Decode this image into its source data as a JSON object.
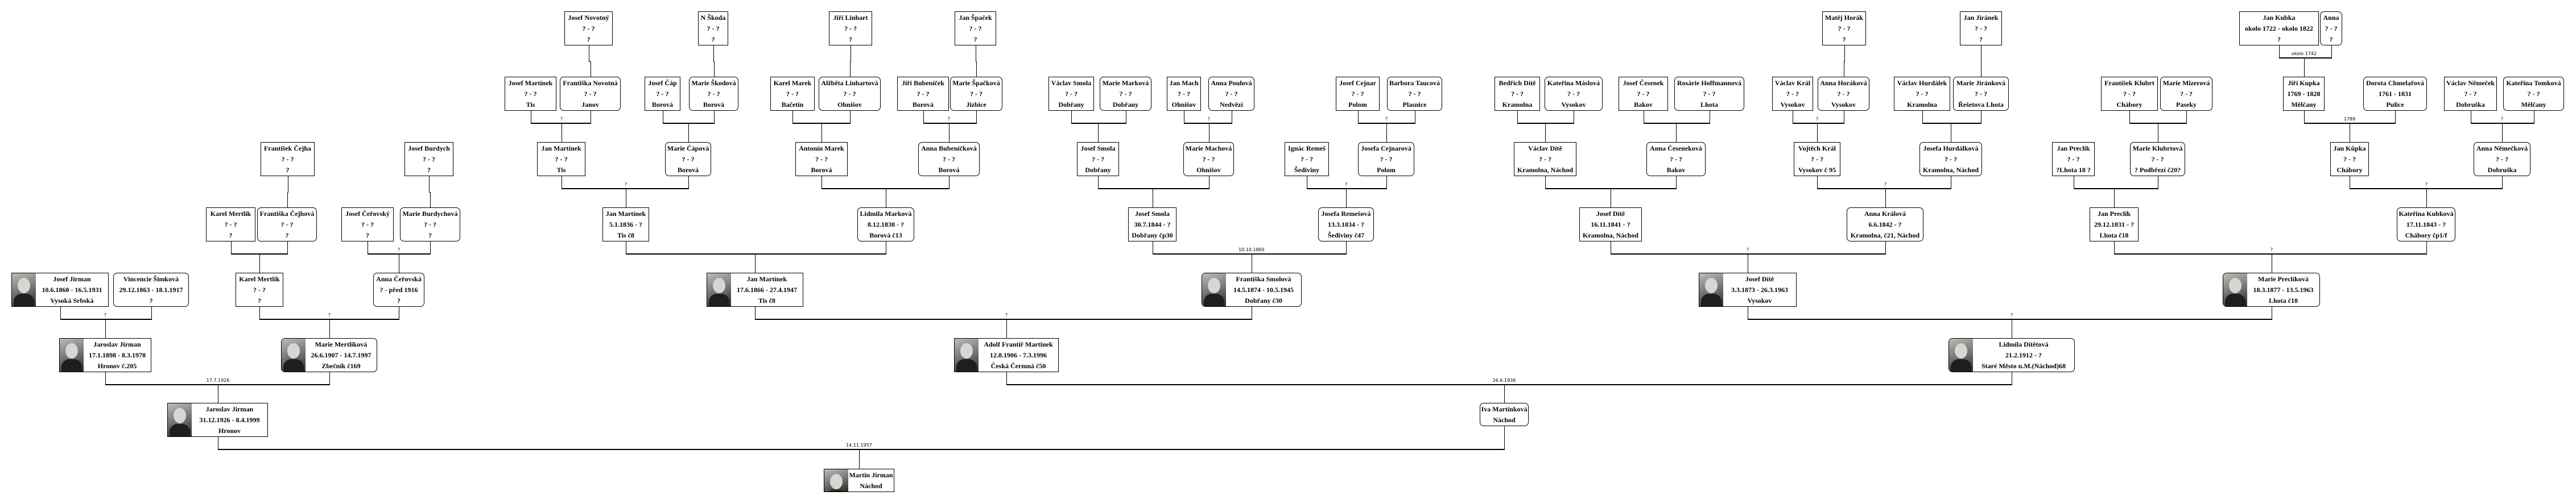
{
  "people": [
    {
      "name": "Josef Novotný",
      "dates": "? - ?",
      "place": "?",
      "female": false,
      "photo": false
    },
    {
      "name": "N Škoda",
      "dates": "? - ?",
      "place": "?",
      "female": false,
      "photo": false
    },
    {
      "name": "Jiří Linhart",
      "dates": "? - ?",
      "place": "?",
      "female": false,
      "photo": false
    },
    {
      "name": "Jan Špaček",
      "dates": "? - ?",
      "place": "?",
      "female": false,
      "photo": false
    },
    {
      "name": "Matěj Horák",
      "dates": "? - ?",
      "place": "?",
      "female": false,
      "photo": false
    },
    {
      "name": "Jan Jiránek",
      "dates": "? - ?",
      "place": "?",
      "female": false,
      "photo": false
    },
    {
      "name": "Jan Kubka",
      "dates": "okolo 1722 - okolo 1822",
      "place": "?",
      "female": false,
      "photo": false
    },
    {
      "name": "Anna",
      "dates": "? - ?",
      "place": "?",
      "female": true,
      "photo": false
    },
    {
      "name": "Josef Martínek",
      "dates": "? - ?",
      "place": "Tis",
      "female": false,
      "photo": false
    },
    {
      "name": "Františka Novotná",
      "dates": "? - ?",
      "place": "Janov",
      "female": true,
      "photo": false
    },
    {
      "name": "Josef Čáp",
      "dates": "? - ?",
      "place": "Borová",
      "female": false,
      "photo": false
    },
    {
      "name": "Marie Škodová",
      "dates": "? - ?",
      "place": "Borová",
      "female": true,
      "photo": false
    },
    {
      "name": "Karel Marek",
      "dates": "? - ?",
      "place": "Bačetín",
      "female": false,
      "photo": false
    },
    {
      "name": "Alžběta Linhartová",
      "dates": "? - ?",
      "place": "Ohnišov",
      "female": true,
      "photo": false
    },
    {
      "name": "Jiří Bubeníček",
      "dates": "? - ?",
      "place": "Borová",
      "female": false,
      "photo": false
    },
    {
      "name": "Marie Špačková",
      "dates": "? - ?",
      "place": "Jizbice",
      "female": true,
      "photo": false
    },
    {
      "name": "Václav Smola",
      "dates": "? - ?",
      "place": "Dobřany",
      "female": false,
      "photo": false
    },
    {
      "name": "Marie Marková",
      "dates": "? - ?",
      "place": "Dobřany",
      "female": true,
      "photo": false
    },
    {
      "name": "Jan Mach",
      "dates": "? - ?",
      "place": "Ohnišov",
      "female": false,
      "photo": false
    },
    {
      "name": "Anna Poulová",
      "dates": "? - ?",
      "place": "Nedvězí",
      "female": true,
      "photo": false
    },
    {
      "name": "Josef Cejnar",
      "dates": "? - ?",
      "place": "Polom",
      "female": false,
      "photo": false
    },
    {
      "name": "Barbora Taucová",
      "dates": "? - ?",
      "place": "Plasnice",
      "female": true,
      "photo": false
    },
    {
      "name": "Bedřich Dítě",
      "dates": "? - ?",
      "place": "Kramolna",
      "female": false,
      "photo": false
    },
    {
      "name": "Kateřina Máslová",
      "dates": "? - ?",
      "place": "Vysokov",
      "female": true,
      "photo": false
    },
    {
      "name": "Josef Česenek",
      "dates": "? - ?",
      "place": "Bakov",
      "female": false,
      "photo": false
    },
    {
      "name": "Rosárie Hoffmannová",
      "dates": "? - ?",
      "place": "Lhota",
      "female": true,
      "photo": false
    },
    {
      "name": "Václav Král",
      "dates": "? - ?",
      "place": "Vysokov",
      "female": false,
      "photo": false
    },
    {
      "name": "Anna Horáková",
      "dates": "? - ?",
      "place": "Vysokov",
      "female": true,
      "photo": false
    },
    {
      "name": "Václav Hurdálek",
      "dates": "? - ?",
      "place": "Kramolna",
      "female": false,
      "photo": false
    },
    {
      "name": "Marie Jiránková",
      "dates": "? - ?",
      "place": "Řešetova Lhota",
      "female": true,
      "photo": false
    },
    {
      "name": "František Klubrt",
      "dates": "? - ?",
      "place": "Chábory",
      "female": false,
      "photo": false
    },
    {
      "name": "Marie Mizerová",
      "dates": "? - ?",
      "place": "Paseky",
      "female": true,
      "photo": false
    },
    {
      "name": "Jiří Kupka",
      "dates": "1769 - 1828",
      "place": "Mělčany",
      "female": false,
      "photo": false
    },
    {
      "name": "Dorota Chmelařová",
      "dates": "1761 - 1831",
      "place": "Pulice",
      "female": true,
      "photo": false
    },
    {
      "name": "Václav Němeček",
      "dates": "? - ?",
      "place": "Dobruška",
      "female": false,
      "photo": false
    },
    {
      "name": "Kateřina Tomková",
      "dates": "? - ?",
      "place": "Mělčany",
      "female": true,
      "photo": false
    },
    {
      "name": "František Čejha",
      "dates": "? - ?",
      "place": "?",
      "female": false,
      "photo": false
    },
    {
      "name": "Josef Burdych",
      "dates": "? - ?",
      "place": "?",
      "female": false,
      "photo": false
    },
    {
      "name": "Jan Martínek",
      "dates": "? - ?",
      "place": "Tis",
      "female": false,
      "photo": false
    },
    {
      "name": "Marie Čápová",
      "dates": "? - ?",
      "place": "Borová",
      "female": true,
      "photo": false
    },
    {
      "name": "Antonín Marek",
      "dates": "? - ?",
      "place": "Borová",
      "female": false,
      "photo": false
    },
    {
      "name": "Anna Bubeníčková",
      "dates": "? - ?",
      "place": "Borová",
      "female": true,
      "photo": false
    },
    {
      "name": "Josef Smola",
      "dates": "? - ?",
      "place": "Dobřany",
      "female": false,
      "photo": false
    },
    {
      "name": "Marie Machová",
      "dates": "? - ?",
      "place": "Ohnišov",
      "female": true,
      "photo": false
    },
    {
      "name": "Ignác Remeš",
      "dates": "? - ?",
      "place": "Šediviny",
      "female": false,
      "photo": false
    },
    {
      "name": "Josefa Cejnarová",
      "dates": "? - ?",
      "place": "Polom",
      "female": true,
      "photo": false
    },
    {
      "name": "Václav Dítě",
      "dates": "? - ?",
      "place": "Kramolna, Náchod",
      "female": false,
      "photo": false
    },
    {
      "name": "Anna Česeneková",
      "dates": "? - ?",
      "place": "Bakov",
      "female": true,
      "photo": false
    },
    {
      "name": "Vojtěch Král",
      "dates": "? - ?",
      "place": "Vysokov č 95",
      "female": false,
      "photo": false
    },
    {
      "name": "Josefa Hurdálková",
      "dates": "? - ?",
      "place": "Kramolna, Náchod",
      "female": true,
      "photo": false
    },
    {
      "name": "Jan Preclík",
      "dates": "? - ?",
      "place": "?Lhota 18 ?",
      "female": false,
      "photo": false
    },
    {
      "name": "Marie Klubrtová",
      "dates": "? - ?",
      "place": "? Podbřezí č20?",
      "female": true,
      "photo": false
    },
    {
      "name": "Jan Kůpka",
      "dates": "? - ?",
      "place": "Chábory",
      "female": false,
      "photo": false
    },
    {
      "name": "Anna Němečková",
      "dates": "? - ?",
      "place": "Dobruška",
      "female": true,
      "photo": false
    },
    {
      "name": "Karel Mertlík",
      "dates": "? - ?",
      "place": "?",
      "female": false,
      "photo": false
    },
    {
      "name": "Františka Čejhová",
      "dates": "? - ?",
      "place": "?",
      "female": true,
      "photo": false
    },
    {
      "name": "Josef Čeřovský",
      "dates": "? - ?",
      "place": "?",
      "female": false,
      "photo": false
    },
    {
      "name": "Marie Burdychová",
      "dates": "? - ?",
      "place": "?",
      "female": true,
      "photo": false
    },
    {
      "name": "Jan Martínek",
      "dates": "5.1.1836 - ?",
      "place": "Tis č8",
      "female": false,
      "photo": false
    },
    {
      "name": "Lidmila Marková",
      "dates": "8.12.1838 - ?",
      "place": "Borová č13",
      "female": true,
      "photo": false
    },
    {
      "name": "Josef Smola",
      "dates": "30.7.1844 - ?",
      "place": "Dobřany čp30",
      "female": false,
      "photo": false
    },
    {
      "name": "Josefa Remešová",
      "dates": "13.3.1834 - ?",
      "place": "Šediviny č47",
      "female": true,
      "photo": false
    },
    {
      "name": "Josef Dítě",
      "dates": "16.11.1841 - ?",
      "place": "Kramolna, Náchod",
      "female": false,
      "photo": false
    },
    {
      "name": "Anna Králová",
      "dates": "6.6.1842 - ?",
      "place": "Kramolna, č21, Náchod",
      "female": true,
      "photo": false
    },
    {
      "name": "Jan Preclík",
      "dates": "29.12.1831 - ?",
      "place": "Lhota č18",
      "female": false,
      "photo": false
    },
    {
      "name": "Kateřina Kubková",
      "dates": "17.11.1843 - ?",
      "place": "Chábory čp1/f",
      "female": true,
      "photo": false
    },
    {
      "name": "Josef Jirman",
      "dates": "10.6.1860 - 16.5.1931",
      "place": "Vysoká Srbská",
      "female": false,
      "photo": true
    },
    {
      "name": "Vincencie Šimková",
      "dates": "29.12.1863 - 18.1.1917",
      "place": "?",
      "female": true,
      "photo": false
    },
    {
      "name": "Karel Mertlík",
      "dates": "? - ?",
      "place": "?",
      "female": false,
      "photo": false
    },
    {
      "name": "Anna Čeřovská",
      "dates": "? - před 1916",
      "place": "?",
      "female": true,
      "photo": false
    },
    {
      "name": "Jan Martínek",
      "dates": "17.6.1866 - 27.4.1947",
      "place": "Tis č8",
      "female": false,
      "photo": true
    },
    {
      "name": "Františka Smolová",
      "dates": "14.5.1874 - 10.5.1945",
      "place": "Dobřany č30",
      "female": true,
      "photo": true
    },
    {
      "name": "Josef Dítě",
      "dates": "3.3.1873 - 26.3.1963",
      "place": "Vysokov",
      "female": false,
      "photo": true
    },
    {
      "name": "Marie Preclíková",
      "dates": "18.3.1877 - 13.5.1963",
      "place": "Lhota č18",
      "female": true,
      "photo": true
    },
    {
      "name": "Jaroslav Jirman",
      "dates": "17.1.1898 - 8.3.1978",
      "place": "Hronov č.205",
      "female": false,
      "photo": true
    },
    {
      "name": "Marie Mertlíková",
      "dates": "26.6.1907 - 14.7.1997",
      "place": "Zbečník č169",
      "female": true,
      "photo": true
    },
    {
      "name": "Adolf Frantiř Martinek",
      "dates": "12.8.1906 - 7.3.1996",
      "place": "Česká Čermná č50",
      "female": false,
      "photo": true
    },
    {
      "name": "Lidmila Dítětová",
      "dates": "21.2.1912 - ?",
      "place": "Staré Město n.M.(Náchod)68",
      "female": true,
      "photo": true
    },
    {
      "name": "Jaroslav Jirman",
      "dates": "31.12.1926 - 8.4.1999",
      "place": "Hronov",
      "female": false,
      "photo": true
    },
    {
      "name": "Iva Martínková",
      "place": "Náchod",
      "female": true,
      "photo": false
    },
    {
      "name": "Martin Jirman",
      "place": "Náchod",
      "female": false,
      "photo": true
    }
  ],
  "single_parent_links": [
    [
      0,
      9
    ],
    [
      1,
      11
    ],
    [
      2,
      13
    ],
    [
      3,
      15
    ],
    [
      4,
      27
    ],
    [
      5,
      29
    ],
    [
      36,
      55
    ],
    [
      37,
      57
    ]
  ],
  "unions": [
    {
      "parents": [
        8,
        9
      ],
      "child": 38,
      "label": "?"
    },
    {
      "parents": [
        10,
        11
      ],
      "child": 39
    },
    {
      "parents": [
        12,
        13
      ],
      "child": 40
    },
    {
      "parents": [
        14,
        15
      ],
      "child": 41,
      "label": "?"
    },
    {
      "parents": [
        16,
        17
      ],
      "child": 42
    },
    {
      "parents": [
        18,
        19
      ],
      "child": 43,
      "label": "?"
    },
    {
      "parents": [
        20,
        21
      ],
      "child": 45,
      "label": "?"
    },
    {
      "parents": [
        22,
        23
      ],
      "child": 46
    },
    {
      "parents": [
        24,
        25
      ],
      "child": 47
    },
    {
      "parents": [
        26,
        27
      ],
      "child": 48,
      "label": "?"
    },
    {
      "parents": [
        28,
        29
      ],
      "child": 49
    },
    {
      "parents": [
        30,
        31
      ],
      "child": 51
    },
    {
      "parents": [
        6,
        7
      ],
      "child": 32,
      "label": "okolo 1742"
    },
    {
      "parents": [
        32,
        33
      ],
      "child": 52,
      "label": "1789"
    },
    {
      "parents": [
        34,
        35
      ],
      "child": 53,
      "label": "?"
    },
    {
      "parents": [
        38,
        39
      ],
      "child": 58,
      "label": "?"
    },
    {
      "parents": [
        40,
        41
      ],
      "child": 59
    },
    {
      "parents": [
        42,
        43
      ],
      "child": 60
    },
    {
      "parents": [
        44,
        45
      ],
      "child": 61,
      "label": "?"
    },
    {
      "parents": [
        46,
        47
      ],
      "child": 62
    },
    {
      "parents": [
        48,
        49
      ],
      "child": 63,
      "label": "?"
    },
    {
      "parents": [
        50,
        51
      ],
      "child": 64
    },
    {
      "parents": [
        52,
        53
      ],
      "child": 65,
      "label": "?"
    },
    {
      "parents": [
        54,
        55
      ],
      "child": 68
    },
    {
      "parents": [
        56,
        57
      ],
      "child": 69,
      "label": "?"
    },
    {
      "parents": [
        58,
        59
      ],
      "child": 70
    },
    {
      "parents": [
        60,
        61
      ],
      "child": 71,
      "label": "10.10.1865"
    },
    {
      "parents": [
        62,
        63
      ],
      "child": 72,
      "label": "?"
    },
    {
      "parents": [
        64,
        65
      ],
      "child": 73,
      "label": "?"
    },
    {
      "parents": [
        66,
        67
      ],
      "child": 74,
      "label": "?"
    },
    {
      "parents": [
        68,
        69
      ],
      "child": 75,
      "label": "?"
    },
    {
      "parents": [
        70,
        71
      ],
      "child": 76,
      "label": "?"
    },
    {
      "parents": [
        72,
        73
      ],
      "child": 77,
      "label": "?"
    },
    {
      "parents": [
        74,
        75
      ],
      "child": 78,
      "label": "17.7.1926"
    },
    {
      "parents": [
        76,
        77
      ],
      "child": 79,
      "label": "26.6.1936"
    },
    {
      "parents": [
        78,
        79
      ],
      "child": 80,
      "label": "14.11.1957"
    }
  ]
}
